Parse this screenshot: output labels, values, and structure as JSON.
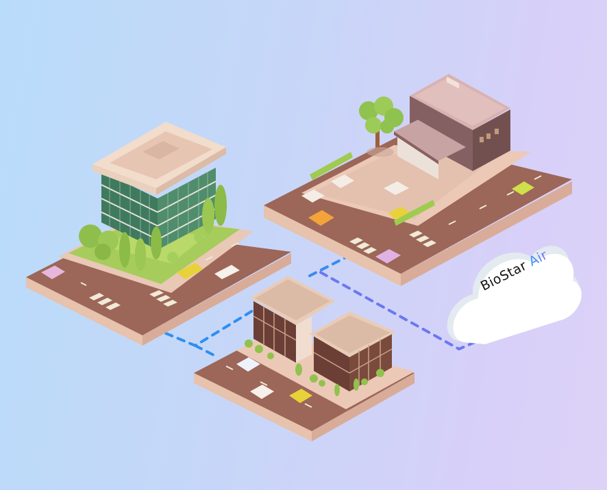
{
  "scene": {
    "description": "Isometric illustration of three connected office sites linked to a cloud service",
    "background_gradient": [
      "#b9dcfa",
      "#ddd2f8"
    ],
    "sites": [
      {
        "name": "Glass office tower",
        "position": "left"
      },
      {
        "name": "Two-storey brick office with parking lot",
        "position": "top-right"
      },
      {
        "name": "Modern double office building",
        "position": "bottom-center"
      }
    ],
    "connection_colors": {
      "start": "#2f8ef0",
      "end": "#7a6cf0"
    }
  },
  "cloud": {
    "brand_primary": "BioStar",
    "brand_accent": "Air",
    "brand_primary_color": "#111111",
    "brand_accent_color": "#3b8df0"
  }
}
